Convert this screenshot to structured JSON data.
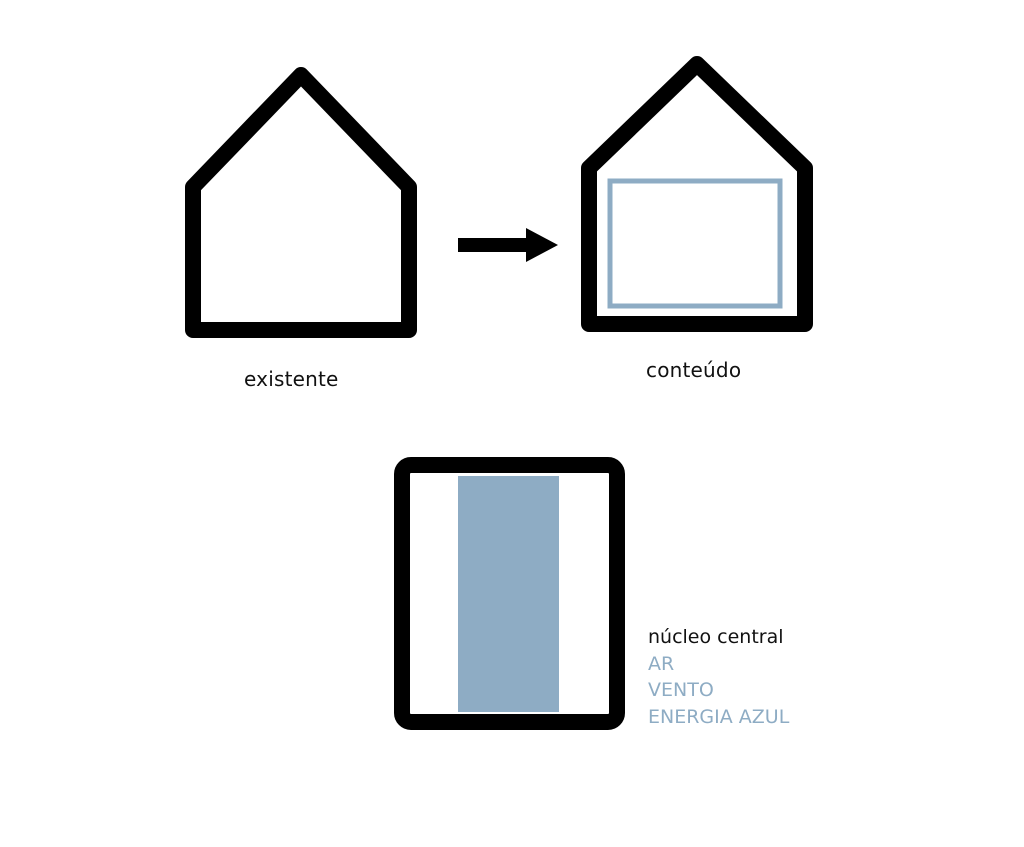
{
  "colors": {
    "stroke": "#000000",
    "accent": "#8eacc4",
    "background": "#ffffff",
    "text": "#111111"
  },
  "labels": {
    "existing": "existente",
    "content": "conteúdo"
  },
  "legend": {
    "title": "núcleo central",
    "items": [
      "AR",
      "VENTO",
      "ENERGIA AZUL"
    ]
  }
}
